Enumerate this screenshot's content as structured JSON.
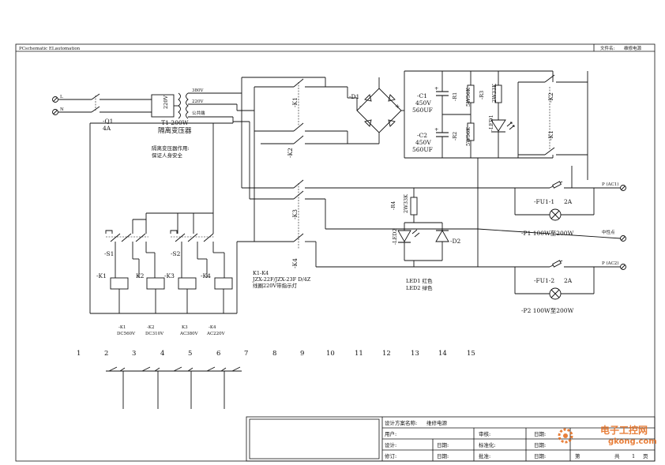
{
  "header": {
    "left": "PCschematic ELautomation",
    "file_label": "文件名:",
    "file_name": "维修电源"
  },
  "input": {
    "l": "L",
    "n": "N",
    "breaker": "-Q1",
    "breaker_rating": "4A"
  },
  "transformer": {
    "ref": "-T1 200W",
    "name": "隔离变压器",
    "primary": "220V",
    "tap1": "380V",
    "tap2": "220V",
    "tap3": "公共端",
    "note1": "隔离变压器作用:",
    "note2": "保证人身安全"
  },
  "rectifier": {
    "d1": "-D1",
    "plus": "+",
    "minus": "-",
    "c1": [
      "-C1",
      "450V",
      "560UF"
    ],
    "c2": [
      "-C2",
      "450V",
      "560UF"
    ],
    "r1": [
      "-R1",
      "5W56K"
    ],
    "r2": [
      "-R2",
      "5W56K"
    ],
    "r3": [
      "-R3",
      "2W33K"
    ],
    "led1": "-LED1"
  },
  "contacts": {
    "k1": "-K1",
    "k2": "-K2",
    "k3": "-K3",
    "k4": "-K4"
  },
  "indicator": {
    "r4": [
      "-R4",
      "2W33K"
    ],
    "led2": "-LED2",
    "d2": "-D2",
    "legend1": "LED1 红色",
    "legend2": "LED2 绿色"
  },
  "relays": {
    "note1": "K1-K4",
    "note2": "JZX-22F/JZX-23F D/4Z",
    "note3": "线圈220V带指示灯",
    "s1": "-S1",
    "s2": "-S2",
    "coils": [
      "-K1",
      "K2",
      "-K3",
      "-K4"
    ],
    "ratings": [
      {
        "ref": "-K1",
        "volt": "DC560V"
      },
      {
        "ref": "-K2",
        "volt": "DC310V"
      },
      {
        "ref": "K3",
        "volt": "AC380V"
      },
      {
        "ref": "-K4",
        "volt": "AC220V"
      }
    ]
  },
  "outputs": {
    "p1_term": "P (AC1)",
    "neutral": "中性点",
    "p2_term": "P (AC2)",
    "fu1": "-FU1-1",
    "fu1_rating": "2A",
    "fu2": "-FU1-2",
    "fu2_rating": "2A",
    "p1": "-P1 100W至200W",
    "p2": "-P2 100W至200W"
  },
  "columns": [
    "1",
    "2",
    "3",
    "4",
    "5",
    "6",
    "7",
    "8",
    "9",
    "10",
    "11",
    "12",
    "13",
    "14",
    "15"
  ],
  "title_block": {
    "project_label": "设计方案名称:",
    "project": "维修电源",
    "user": "用户:",
    "design": "设计:",
    "date": "日期:",
    "revise": "修订:",
    "review": "审核:",
    "standard": "标准化:",
    "approve": "批准:",
    "page": "第",
    "page_total": "共",
    "page_one": "1",
    "page_unit": "页"
  },
  "watermark": {
    "line1": "电子工控网",
    "line2": "gkong.com"
  },
  "colors": {
    "ink": "#111111",
    "paper": "#ffffff",
    "watermark": "#e56a1a"
  }
}
